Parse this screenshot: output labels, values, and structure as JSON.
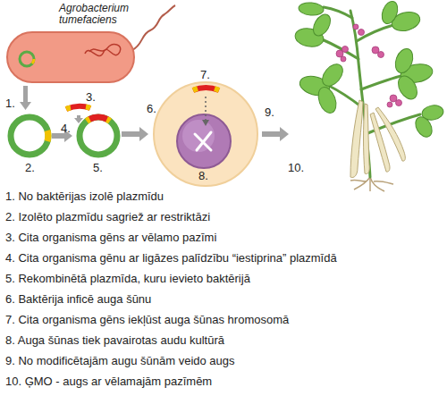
{
  "diagram": {
    "labels": [
      "Agrobacterium tumefaciens",
      "1.",
      "2.",
      "3.",
      "4.",
      "5.",
      "6.",
      "7.",
      "8.",
      "9.",
      "10.",
      "1. No baktērijas izolē plazmīdu",
      "2. Izolēto plazmīdu sagriež ar restriktāzi",
      "3. Cita organisma gēns ar vēlamo pazīmi",
      "4. Cita organisma gēnu ar ligāzes palīdzību “iestiprina” plazmīdā",
      "5. Rekombinētā plazmīda, kuru ievieto baktērijā",
      "6. Baktērija inficē auga šūnu",
      "7. Cita organisma gēns iekļūst auga šūnas hromosomā",
      "8. Auga šūnas tiek pavairotas audu kultūrā",
      "9. No modificētajām augu šūnām veido augs",
      "10. ĢMO - augs ar vēlamajām pazīmēm"
    ]
  }
}
